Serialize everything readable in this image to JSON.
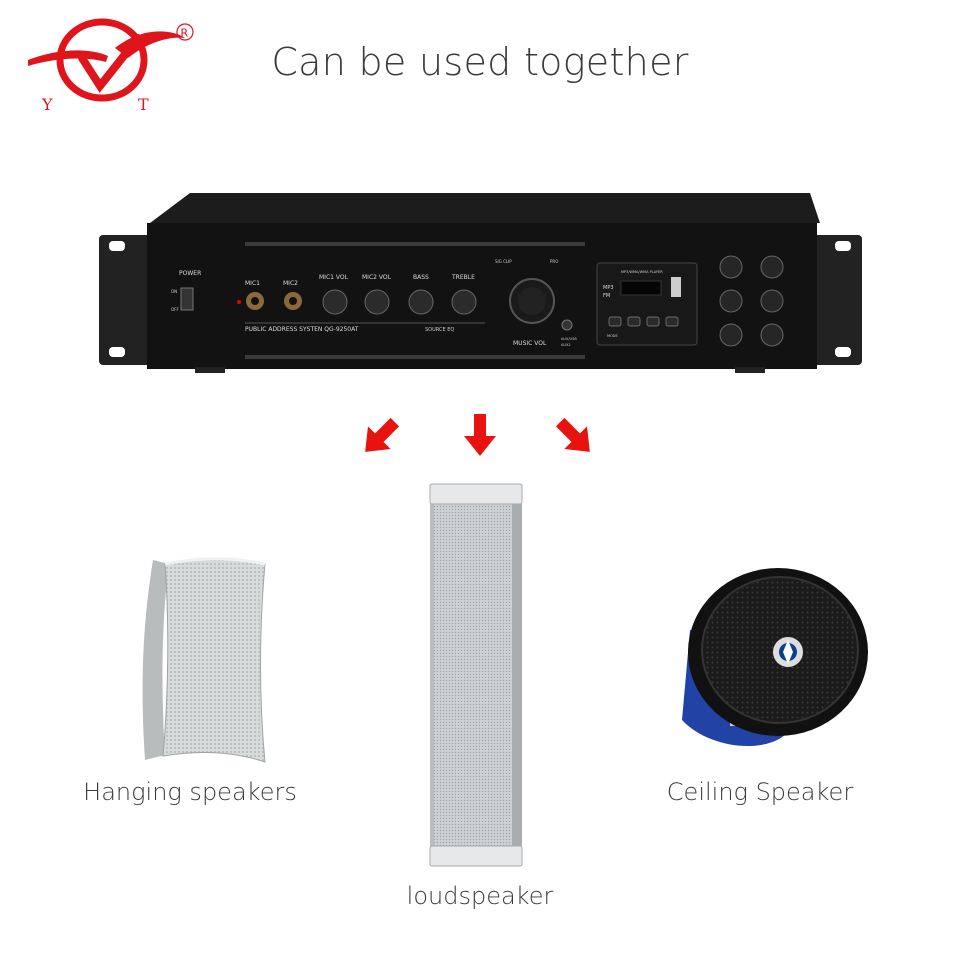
{
  "logo": {
    "letters": [
      "Y",
      "T"
    ],
    "registered": "R",
    "color": "#e0141b"
  },
  "headline": "Can be used together",
  "amplifier": {
    "model_text": "PUBLIC ADDRESS SYSTEN QG-9250AT",
    "power": "POWER",
    "on": "ON",
    "off": "OFF",
    "mic1": "MIC1",
    "mic2": "MIC2",
    "mic1_vol": "MIC1 VOL",
    "mic2_vol": "MIC2 VOL",
    "bass": "BASS",
    "treble": "TREBLE",
    "source_eq": "SOURCE EQ",
    "sig_clip": "SIG CLIP",
    "pro": "PRO",
    "music_vol": "MUSIC VOL",
    "aux": "AUX/USB",
    "aux2": "AUX2",
    "player": "MP3/WMA/WMA PLAYER",
    "mp3": "MP3",
    "fm": "FM",
    "mode": "MODE"
  },
  "arrow_color": "#e8130f",
  "products": {
    "hanging": {
      "caption": "Hanging speakers",
      "icon": "wall-speaker"
    },
    "column": {
      "caption": "loudspeaker",
      "icon": "column-speaker"
    },
    "ceiling": {
      "caption": "Ceiling Speaker",
      "icon": "ceiling-speaker"
    }
  }
}
